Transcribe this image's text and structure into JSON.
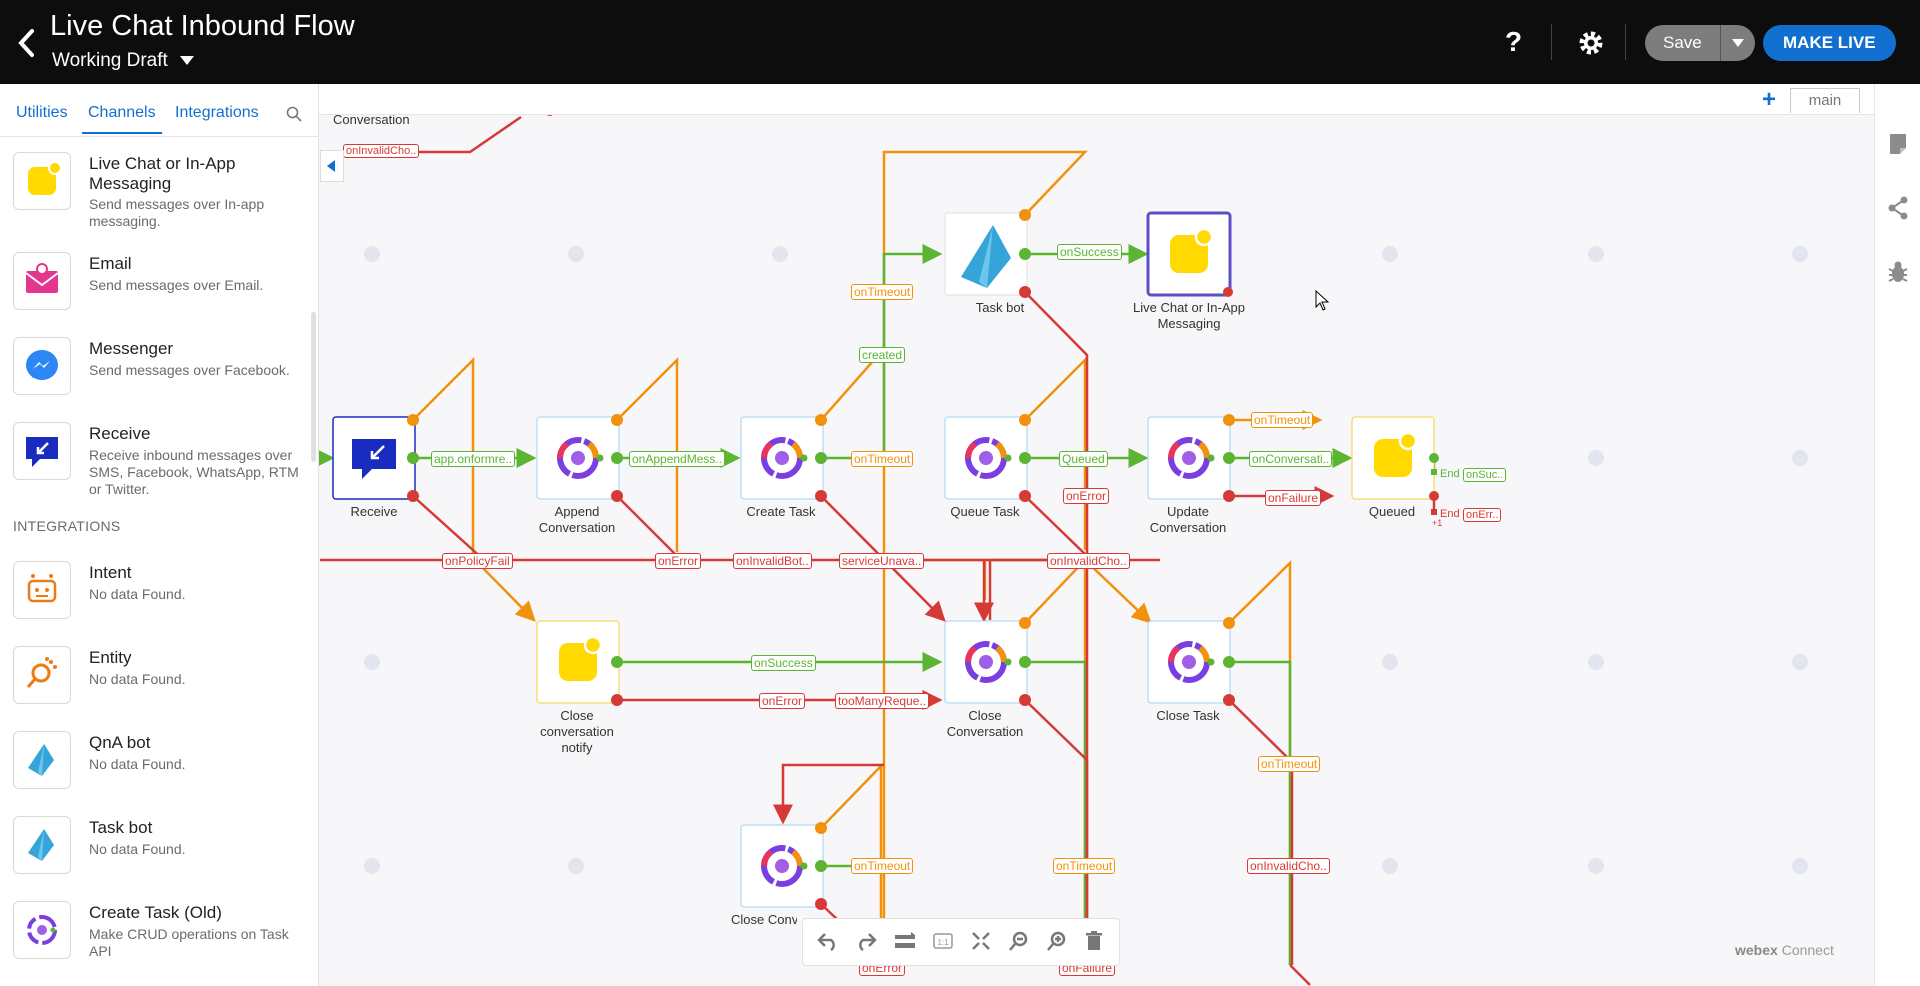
{
  "header": {
    "title": "Live Chat Inbound Flow",
    "draft_label": "Working Draft",
    "help": "?",
    "save_label": "Save",
    "make_live_label": "MAKE LIVE"
  },
  "sidebar": {
    "tabs": [
      "Utilities",
      "Channels",
      "Integrations"
    ],
    "active_tab": "Channels",
    "channels": [
      {
        "name": "Live Chat or In-App Messaging",
        "desc": "Send messages over In-app messaging.",
        "icon": "live-chat-icon"
      },
      {
        "name": "Email",
        "desc": "Send messages over Email.",
        "icon": "email-icon"
      },
      {
        "name": "Messenger",
        "desc": "Send messages over Facebook.",
        "icon": "messenger-icon"
      },
      {
        "name": "Receive",
        "desc": "Receive inbound messages over SMS, Facebook, WhatsApp, RTM or Twitter.",
        "icon": "receive-icon"
      }
    ],
    "integrations_label": "INTEGRATIONS",
    "integrations": [
      {
        "name": "Intent",
        "desc": "No data Found.",
        "icon": "intent-icon"
      },
      {
        "name": "Entity",
        "desc": "No data Found.",
        "icon": "entity-icon"
      },
      {
        "name": "QnA bot",
        "desc": "No data Found.",
        "icon": "qna-bot-icon"
      },
      {
        "name": "Task bot",
        "desc": "No data Found.",
        "icon": "task-bot-icon"
      },
      {
        "name": "Create Task (Old)",
        "desc": "Make CRUD operations on Task API",
        "icon": "create-task-icon"
      }
    ]
  },
  "canvas": {
    "branch": "main",
    "nodes": {
      "conversation_top": "Conversation",
      "task_bot": "Task bot",
      "live_chat": "Live Chat or In-App Messaging",
      "receive": "Receive",
      "append": "Append Conversation",
      "create_task": "Create Task",
      "queue_task": "Queue Task",
      "update": "Update Conversation",
      "queued": "Queued",
      "close_notify": "Close conversation notify",
      "close_conv": "Close Conversation",
      "close_task": "Close Task",
      "close_conv_bottom": "Close Conversa"
    },
    "edge_labels": {
      "onInvalidCho": "onInvalidCho..",
      "onSuccess": "onSuccess",
      "onTimeout": "onTimeout",
      "created": "created",
      "app_onformre": "app.onformre..",
      "onAppendMess": "onAppendMess..",
      "queued_label": "Queued",
      "onConversati": "onConversati..",
      "onFailure": "onFailure",
      "onError": "onError",
      "onPolicyFail": "onPolicyFail",
      "onInvalidBot": "onInvalidBot..",
      "serviceUnava": "serviceUnava..",
      "onInvalidCho2": "onInvalidCho..",
      "tooManyReque": "tooManyReque..",
      "onSuc": "onSuc..",
      "onErr": "onErr..",
      "end": "End",
      "plus_one": "+1"
    }
  },
  "footer": {
    "watermark_brand": "webex",
    "watermark_product": "Connect"
  },
  "colors": {
    "success": "#5bb532",
    "timeout": "#f2920c",
    "error": "#d63a36",
    "accent": "#1170cf",
    "selected_border": "#5b4fc7"
  }
}
